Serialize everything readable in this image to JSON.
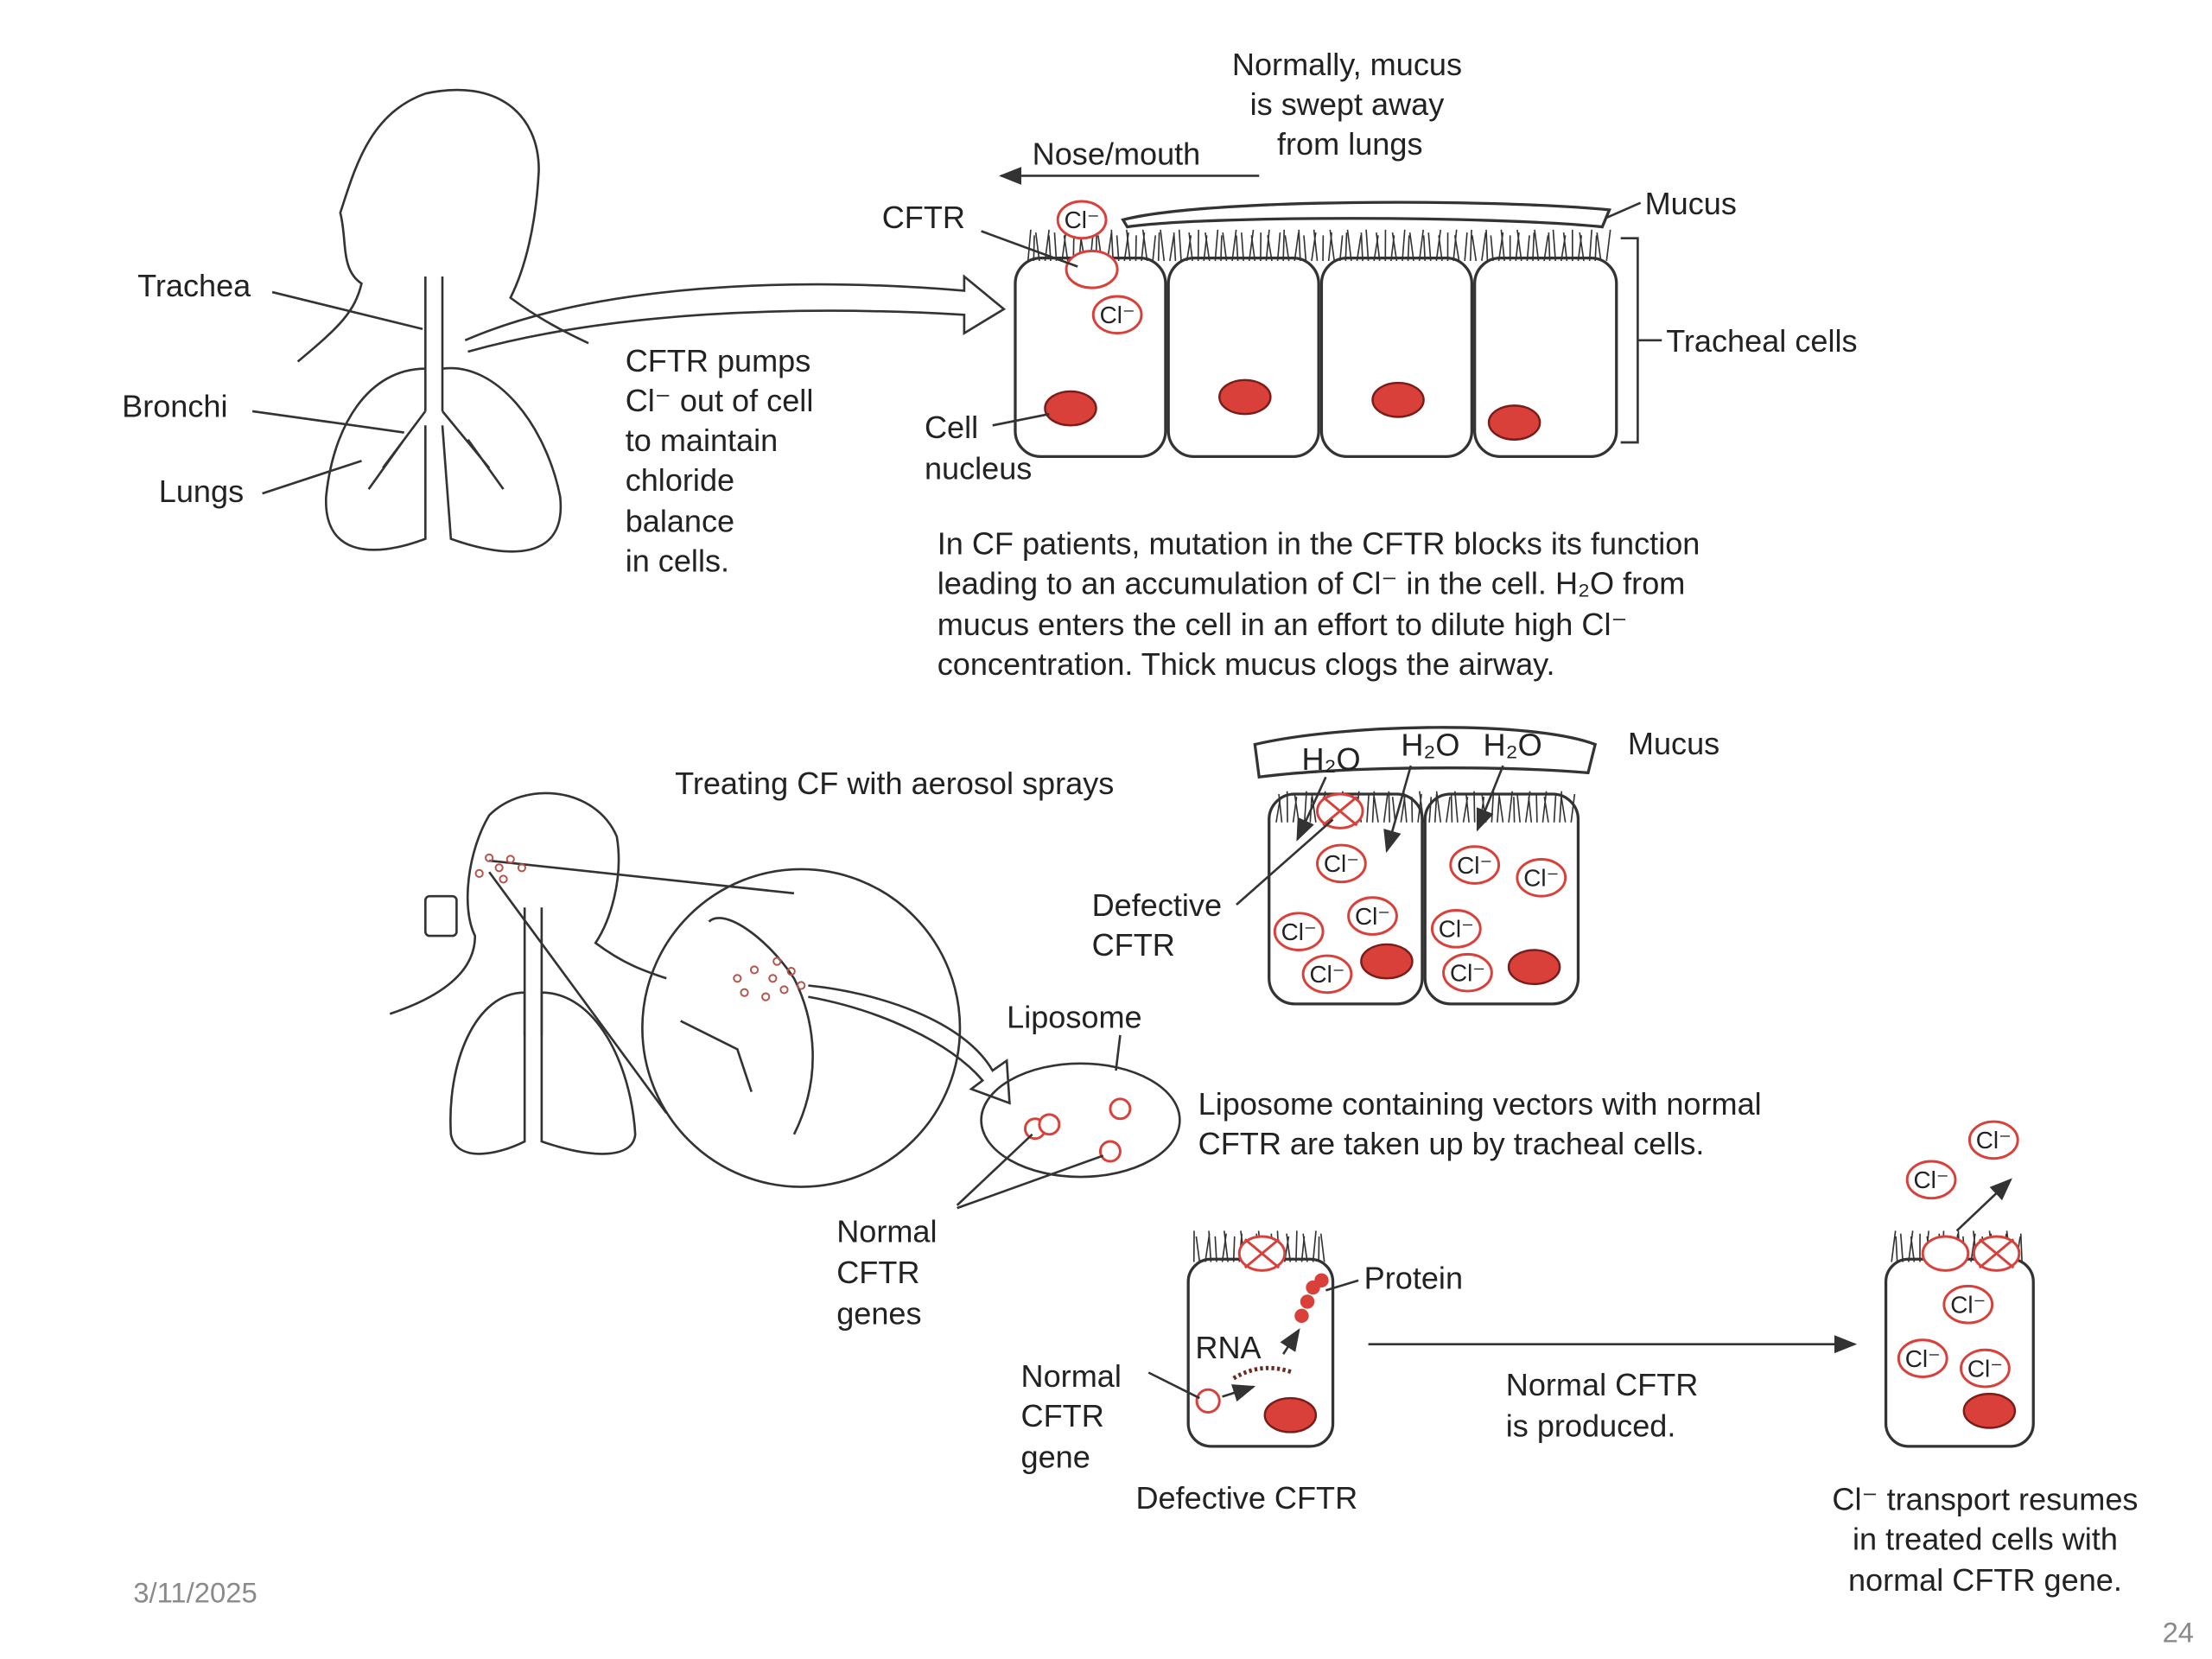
{
  "top_panel": {
    "normal_mucus_note": [
      "Normally, mucus",
      "is swept away",
      "from lungs"
    ],
    "nose_mouth": "Nose/mouth",
    "cftr": "CFTR",
    "mucus": "Mucus",
    "tracheal_cells": "Tracheal cells",
    "cell_nucleus": [
      "Cell",
      "nucleus"
    ],
    "anatomy": {
      "trachea": "Trachea",
      "bronchi": "Bronchi",
      "lungs": "Lungs"
    },
    "cftr_pumps": [
      "CFTR pumps",
      "Cl⁻ out of cell",
      "to maintain",
      "chloride",
      "balance",
      "in cells."
    ],
    "cf_paragraph": [
      "In CF patients, mutation in the CFTR blocks its function",
      "leading to an accumulation of Cl⁻ in the cell. H₂O from",
      "mucus enters the cell in an effort to dilute high Cl⁻",
      "concentration. Thick mucus clogs the airway."
    ]
  },
  "bottom_panel": {
    "treating_title": "Treating CF with aerosol sprays",
    "h2o": "H₂O",
    "mucus": "Mucus",
    "defective_cftr_label": [
      "Defective",
      "CFTR"
    ],
    "liposome": "Liposome",
    "liposome_note": [
      "Liposome containing vectors with normal",
      "CFTR are taken up by tracheal cells."
    ],
    "normal_cftr_genes": [
      "Normal",
      "CFTR",
      "genes"
    ],
    "protein": "Protein",
    "rna": "RNA",
    "normal_cftr_gene": [
      "Normal",
      "CFTR",
      "gene"
    ],
    "normal_cftr_produced": [
      "Normal CFTR",
      "is produced."
    ],
    "defective_cftr_caption": "Defective CFTR",
    "transport_resumes": [
      "Cl⁻ transport resumes",
      "in treated cells with",
      "normal CFTR gene."
    ]
  },
  "cl_label": "Cl⁻",
  "colors": {
    "nucleus": "#d9403a",
    "chloride_ring": "#d9403a",
    "line": "#333333"
  },
  "footer": {
    "date": "3/11/2025",
    "page_number": "24"
  }
}
